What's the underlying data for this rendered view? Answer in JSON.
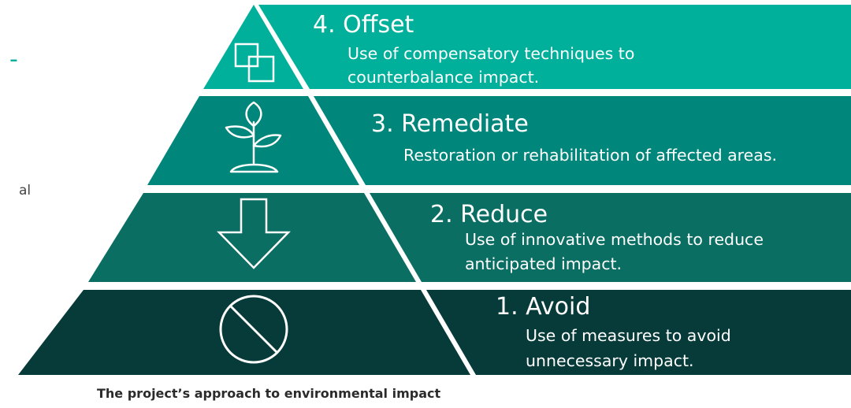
{
  "colors": {
    "offset": "#00b09b",
    "remediate": "#00867a",
    "reduce": "#0a6e63",
    "avoid": "#073b39",
    "accent": "#00b09b",
    "icon": "#ffffff"
  },
  "edge_fragments": {
    "left_dash": "-",
    "left_text": "al"
  },
  "tiers": [
    {
      "id": "offset",
      "title": "4. Offset",
      "description_lines": [
        "Use of compensatory techniques to",
        "counterbalance impact."
      ],
      "icon": "overlapping-squares-icon"
    },
    {
      "id": "remediate",
      "title": "3. Remediate",
      "description_lines": [
        "Restoration or rehabilitation of affected areas."
      ],
      "icon": "plant-sprout-icon"
    },
    {
      "id": "reduce",
      "title": "2. Reduce",
      "description_lines": [
        "Use of innovative methods to reduce",
        "anticipated impact."
      ],
      "icon": "down-arrow-icon"
    },
    {
      "id": "avoid",
      "title": "1. Avoid",
      "description_lines": [
        "Use of measures to avoid",
        "unnecessary impact."
      ],
      "icon": "prohibited-icon"
    }
  ],
  "caption": "The project’s approach to environmental impact"
}
